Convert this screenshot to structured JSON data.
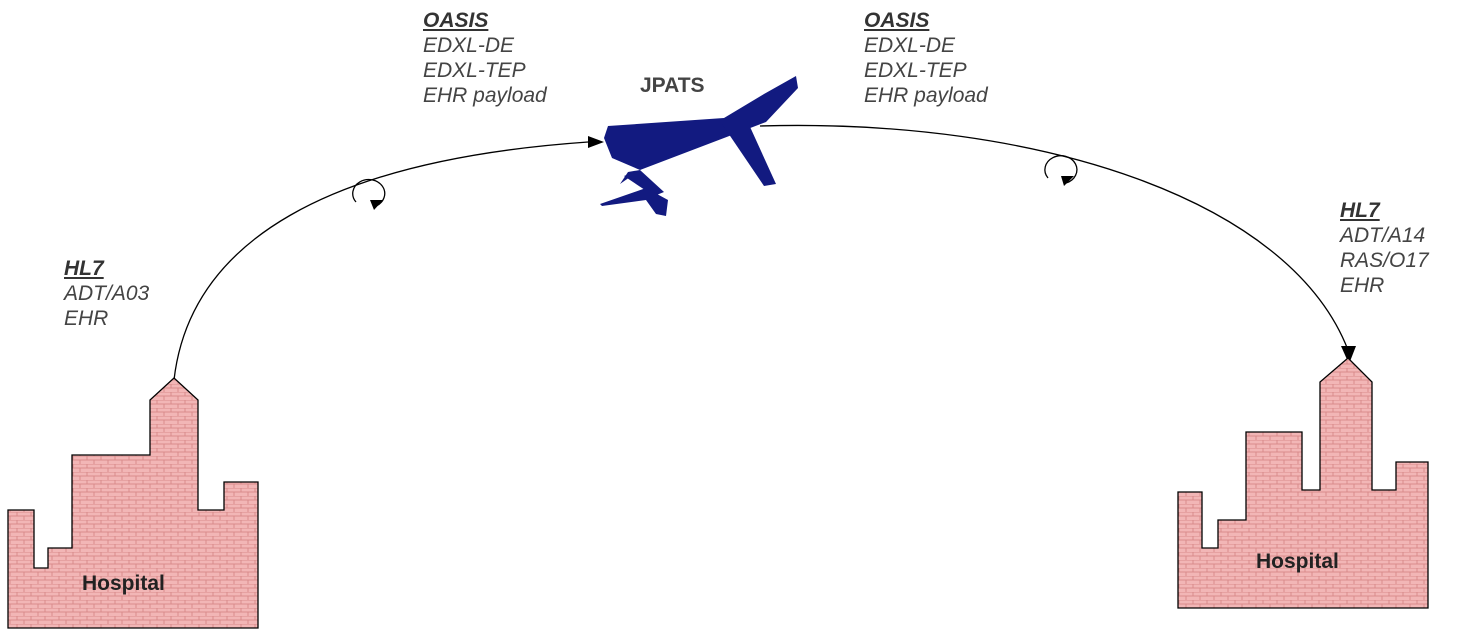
{
  "left_hospital": {
    "label": "Hospital"
  },
  "right_hospital": {
    "label": "Hospital"
  },
  "aircraft": {
    "label": "JPATS"
  },
  "left_protocol": {
    "title": "HL7",
    "lines": [
      "ADT/A03",
      "EHR"
    ]
  },
  "oasis_left": {
    "title": "OASIS",
    "lines": [
      "EDXL-DE",
      "EDXL-TEP",
      "EHR payload"
    ]
  },
  "oasis_right": {
    "title": "OASIS",
    "lines": [
      "EDXL-DE",
      "EDXL-TEP",
      "EHR payload"
    ]
  },
  "right_protocol": {
    "title": "HL7",
    "lines": [
      "ADT/A14",
      "RAS/O17",
      "EHR"
    ]
  },
  "colors": {
    "hospital_fill": "#f2b6b6",
    "hospital_brick": "#d98c8c",
    "plane": "#121a80",
    "text": "#444444"
  }
}
